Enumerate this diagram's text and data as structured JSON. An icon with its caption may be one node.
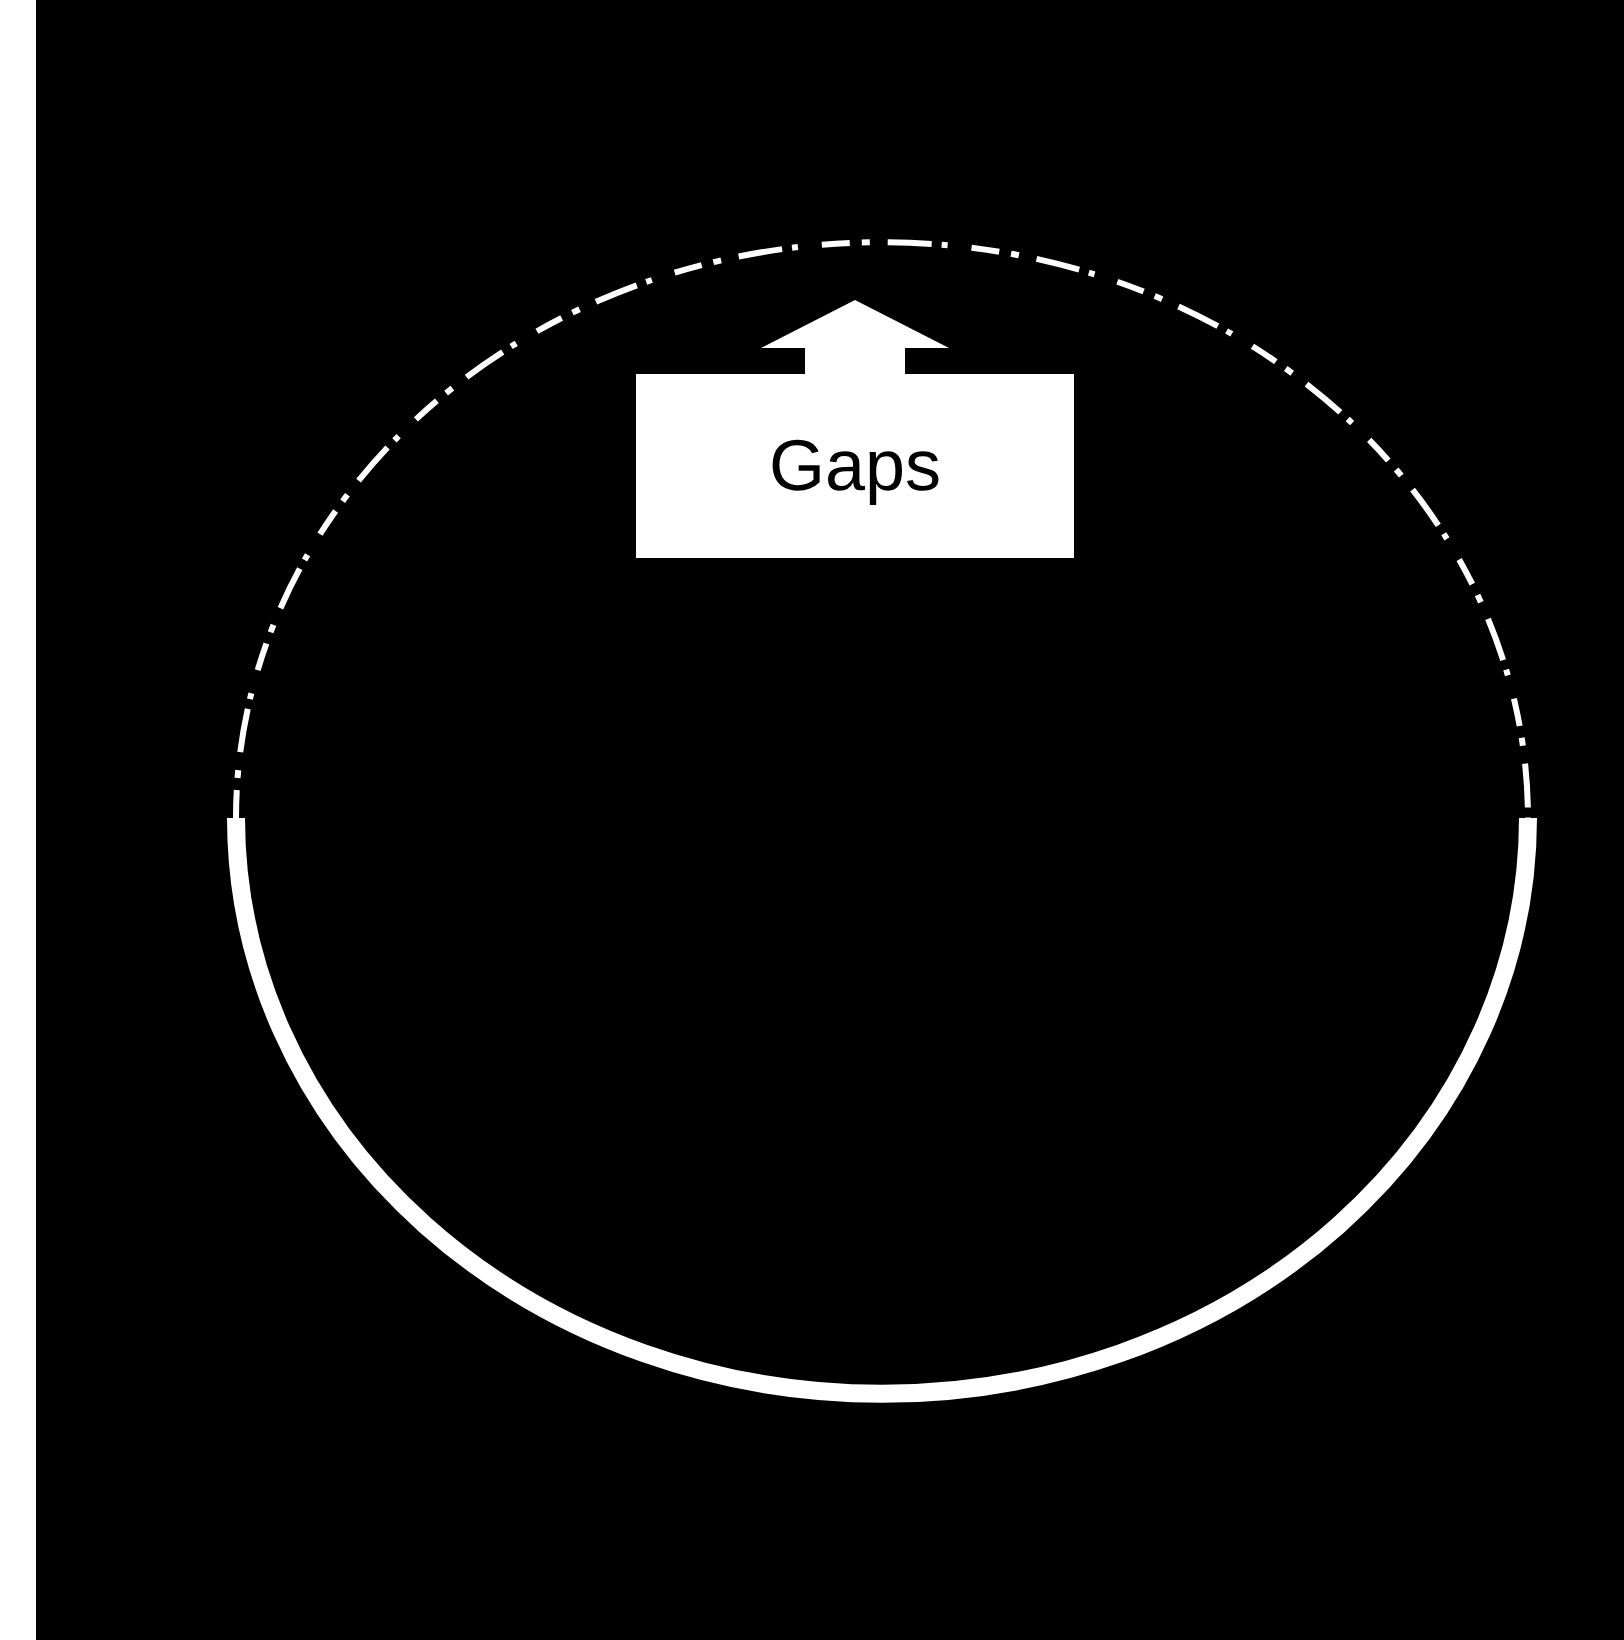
{
  "diagram": {
    "nodes": [
      {
        "text": [],
        "shape": "circle"
      },
      {
        "text": [
          "Gaps"
        ],
        "in": 0
      }
    ],
    "edges": [
      {
        "from": 1,
        "to": 0,
        "arrow": "to"
      }
    ]
  }
}
